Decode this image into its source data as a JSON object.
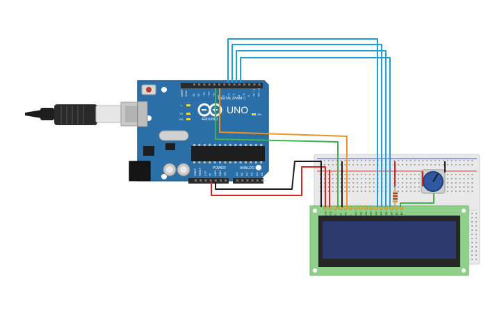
{
  "arduino": {
    "brand": "UNO",
    "maker": "ARDUINO",
    "digital_header": "DIGITAL (PWM~)",
    "power_header": "POWER",
    "analog_header": "ANALOG IN",
    "aref": "AREF",
    "gnd": "GND",
    "digital_pins": [
      "13",
      "12",
      "~11",
      "~10",
      "~9",
      "8",
      "7",
      "~6",
      "~5",
      "4",
      "~3",
      "2",
      "TX→1",
      "RX←0"
    ],
    "power_pins": [
      "IOREF",
      "RESET",
      "3.3V",
      "5V",
      "GND",
      "GND",
      "VIN"
    ],
    "analog_pins": [
      "A0",
      "A1",
      "A2",
      "A3",
      "A4",
      "A5"
    ],
    "leds": [
      "L",
      "TX",
      "RX"
    ],
    "on_led": "ON",
    "colors": {
      "board": "#2a6fa8",
      "header": "#2b2b2b",
      "chip": "#1f1f1f"
    }
  },
  "lcd": {
    "pins": [
      "GND",
      "VCC",
      "V0",
      "RS",
      "RW",
      "E",
      "DB0",
      "DB1",
      "DB2",
      "DB3",
      "DB4",
      "DB5",
      "DB6",
      "DB7",
      "LED",
      "LED"
    ],
    "colors": {
      "pcb": "#8ed08a",
      "bezel": "#262626",
      "screen": "#2a3a6e"
    }
  },
  "wires": {
    "colors": {
      "data": "#1a9fd9",
      "rs": "#f09319",
      "enable": "#3fb548",
      "power": "#e01f1f",
      "ground": "#1b1b1b"
    }
  },
  "breadboard": {
    "colors": {
      "body": "#e9e9e9",
      "rail_red": "#e53a3a",
      "rail_blue": "#3a4fe5"
    }
  }
}
